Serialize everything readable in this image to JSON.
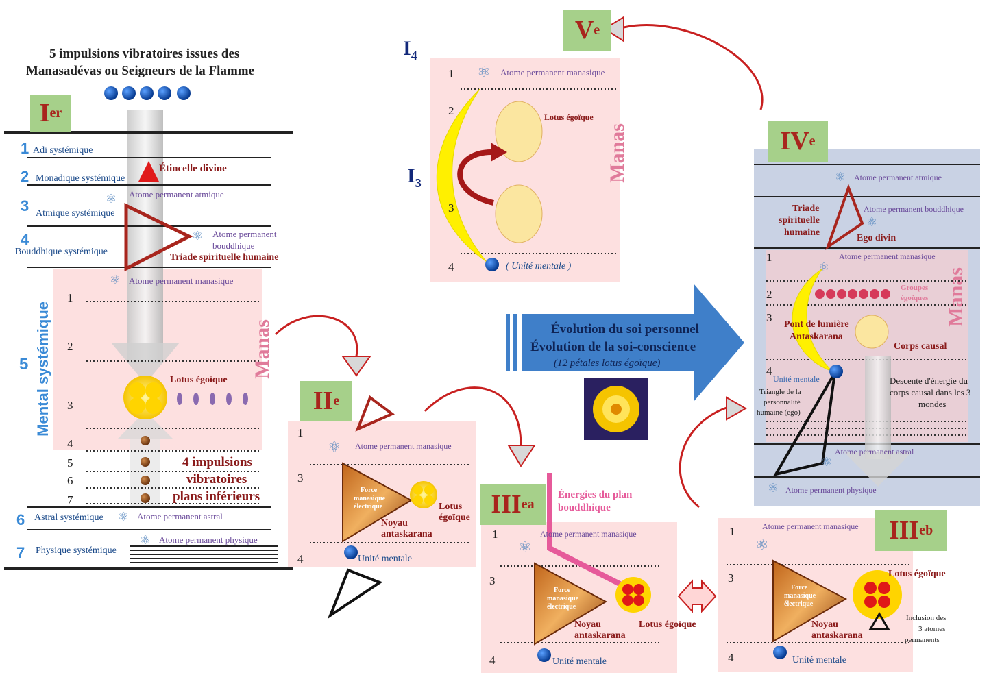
{
  "column1": {
    "title_line1": "5 impulsions vibratoires issues des",
    "title_line2": "Manasadévas ou Seigneurs de la Flamme",
    "badge": "I",
    "badge_sup": "er",
    "planes": [
      {
        "num": "1",
        "label": "Adi systémique"
      },
      {
        "num": "2",
        "label": "Monadique systémique"
      },
      {
        "num": "3",
        "label": "Atmique systémique"
      },
      {
        "num": "4",
        "label": "Bouddhique systémique"
      },
      {
        "num": "5",
        "label": "Mental systémique"
      },
      {
        "num": "6",
        "label": "Astral systémique"
      },
      {
        "num": "7",
        "label": "Physique systémique"
      }
    ],
    "etincelle": "Étincelle divine",
    "atome_atmique": "Atome permanent atmique",
    "atome_bouddhique_1": "Atome permanent",
    "atome_bouddhique_2": "bouddhique",
    "triade": "Triade spirituelle humaine",
    "atome_manasique": "Atome permanent manasique",
    "sub_levels": [
      "1",
      "2",
      "3",
      "4",
      "5",
      "6",
      "7"
    ],
    "lotus": "Lotus égoïque",
    "manas": "Manas",
    "impulsions_1": "4 impulsions",
    "impulsions_2": "vibratoires",
    "impulsions_3": "plans inférieurs",
    "atome_astral": "Atome permanent astral",
    "atome_physique": "Atome permanent physique"
  },
  "panel_II": {
    "badge": "II",
    "badge_sup": "e",
    "levels": [
      "1",
      "3",
      "4"
    ],
    "atome_manasique": "Atome permanent manasique",
    "force_1": "Force",
    "force_2": "manasique",
    "force_3": "électrique",
    "noyau_1": "Noyau",
    "noyau_2": "antaskarana",
    "lotus_1": "Lotus",
    "lotus_2": "égoïque",
    "unite": "Unité mentale"
  },
  "panel_V": {
    "badge": "V",
    "badge_sup": "e",
    "i4": "I",
    "i4_sub": "4",
    "i3": "I",
    "i3_sub": "3",
    "levels": [
      "1",
      "2",
      "3",
      "4"
    ],
    "atome_manasique": "Atome permanent manasique",
    "lotus": "Lotus égoïque",
    "manas": "Manas",
    "unite": "( Unité mentale )"
  },
  "center": {
    "line1": "Évolution du soi personnel",
    "line2": "Évolution de la soi-conscience",
    "line3": "(12 pétales lotus égoïque)"
  },
  "panel_IV": {
    "badge": "IV",
    "badge_sup": "e",
    "atome_atmique": "Atome permanent atmique",
    "triade_1": "Triade",
    "triade_2": "spirituelle",
    "triade_3": "humaine",
    "atome_bouddhique": "Atome permanent bouddhique",
    "ego_divin": "Ego divin",
    "atome_manasique": "Atome permanent manasique",
    "levels": [
      "1",
      "2",
      "3",
      "4"
    ],
    "groupes_1": "Groupes",
    "groupes_2": "égoïques",
    "pont_1": "Pont de lumière",
    "pont_2": "Antaskarana",
    "corps_causal": "Corps causal",
    "manas": "Manas",
    "unite": "Unité mentale",
    "triangle_1": "Triangle de la",
    "triangle_2": "personnalité",
    "triangle_3": "humaine (ego)",
    "descente_1": "Descente d'énergie du",
    "descente_2": "corps causal dans les 3",
    "descente_3": "mondes",
    "atome_astral": "Atome permanent astral",
    "atome_physique": "Atome permanent physique"
  },
  "panel_IIIa": {
    "badge": "III",
    "badge_sup": "e",
    "badge_sub": "a",
    "energies_1": "Énergies du plan",
    "energies_2": "bouddhique",
    "levels": [
      "1",
      "3",
      "4"
    ],
    "atome_manasique": "Atome permanent manasique",
    "force_1": "Force",
    "force_2": "manasique",
    "force_3": "électrique",
    "noyau_1": "Noyau",
    "noyau_2": "antaskarana",
    "lotus": "Lotus égoïque",
    "unite": "Unité mentale"
  },
  "panel_IIIb": {
    "badge": "III",
    "badge_sup": "e",
    "badge_sub": "b",
    "levels": [
      "1",
      "3",
      "4"
    ],
    "atome_manasique": "Atome permanent manasique",
    "lotus": "Lotus égoïque",
    "force_1": "Force",
    "force_2": "manasique",
    "force_3": "électrique",
    "noyau_1": "Noyau",
    "noyau_2": "antaskarana",
    "inclusion_1": "Inclusion des",
    "inclusion_2": "3 atomes",
    "inclusion_3": "permanents",
    "unite": "Unité mentale"
  },
  "colors": {
    "badge_green": "#a6d08a",
    "badge_red": "#a8251d",
    "pink_panel": "#fde0e0",
    "blue_panel": "#c9d2e4",
    "arrow_blue": "#3f7fc9",
    "manas_pink": "#e07a9a"
  }
}
